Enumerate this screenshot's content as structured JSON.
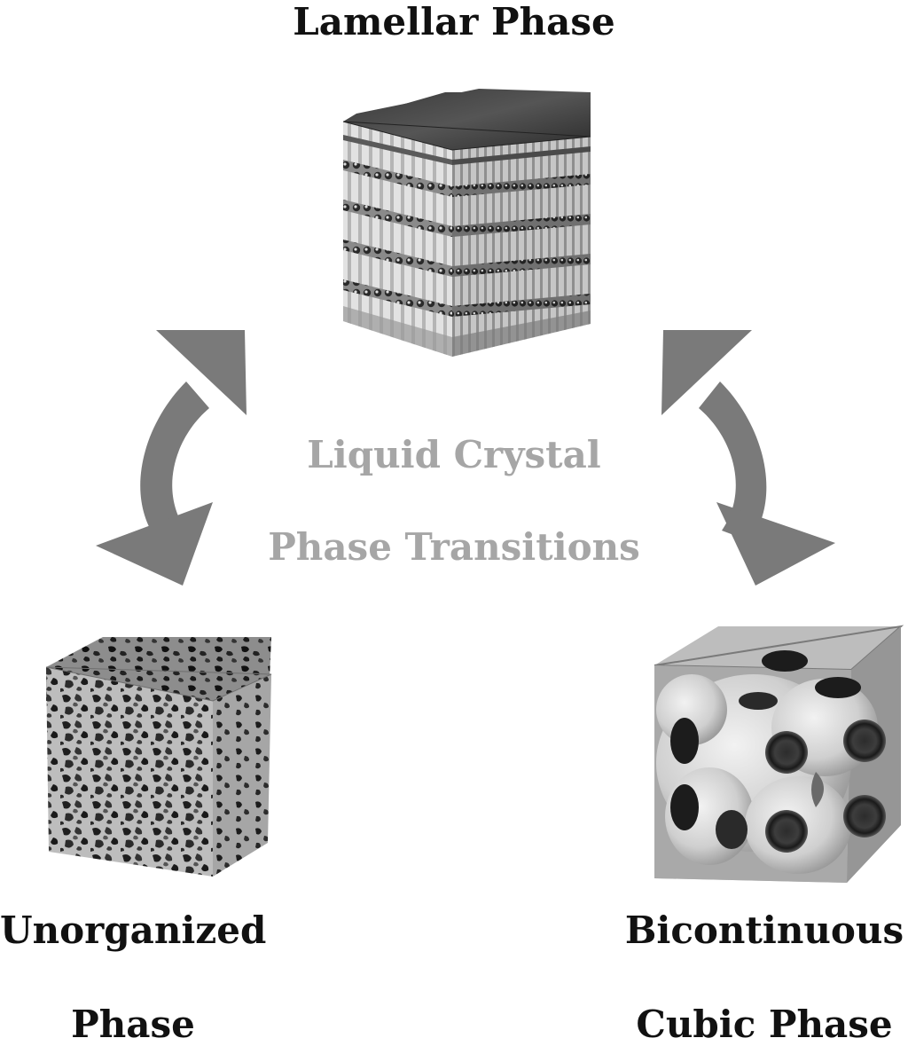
{
  "diagram": {
    "top_phase_label": "Lamellar Phase",
    "center_title_line1": "Liquid Crystal",
    "center_title_line2": "Phase Transitions",
    "left_phase_line1": "Unorganized",
    "left_phase_line2": "Phase",
    "right_phase_line1": "Bicontinuous",
    "right_phase_line2": "Cubic Phase"
  },
  "colors": {
    "arrow": "#7a7a7a",
    "center_text": "#a6a6a6",
    "label_text": "#111111"
  }
}
